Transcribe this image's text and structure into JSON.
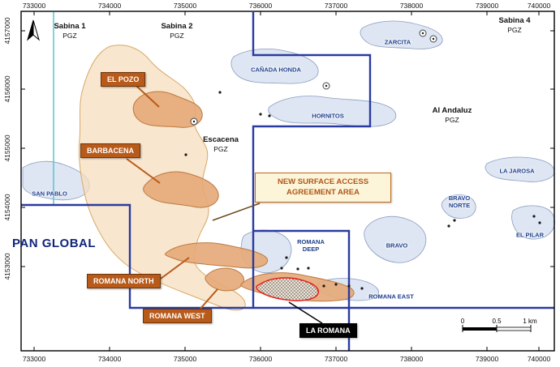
{
  "axes": {
    "x": [
      "733000",
      "734000",
      "735000",
      "736000",
      "737000",
      "738000",
      "739000",
      "740000"
    ],
    "y": [
      "4157000",
      "4156000",
      "4155000",
      "4154000",
      "4153000"
    ]
  },
  "licenses": {
    "sabina1": {
      "name": "Sabina 1",
      "zone": "PGZ"
    },
    "sabina2": {
      "name": "Sabina 2",
      "zone": "PGZ"
    },
    "sabina4": {
      "name": "Sabina 4",
      "zone": "PGZ"
    },
    "escacena": {
      "name": "Escacena",
      "zone": "PGZ"
    },
    "al_andaluz": {
      "name": "Al Andaluz",
      "zone": "PGZ"
    }
  },
  "prospects": {
    "san_pablo": "SAN PABLO",
    "canada_honda": "CAÑADA HONDA",
    "zarcita": "ZARCITA",
    "hornitos": "HORNITOS",
    "la_jarosa": "LA JAROSA",
    "bravo_norte": "BRAVO NORTE",
    "bravo": "BRAVO",
    "el_pilar": "EL PILAR",
    "romana_deep": "ROMANA DEEP",
    "romana_east": "ROMANA EAST"
  },
  "callouts": {
    "el_pozo": "EL POZO",
    "barbacena": "BARBACENA",
    "romana_north": "ROMANA NORTH",
    "romana_west": "ROMANA WEST",
    "la_romana": "LA ROMANA"
  },
  "agreement": {
    "line1": "NEW SURFACE ACCESS",
    "line2": "AGREEMENT AREA"
  },
  "company": "PAN GLOBAL",
  "scalebar": {
    "zero": "0",
    "half": "0.5",
    "one": "1 km"
  },
  "colors": {
    "boundary-navy": "#2a3b9f",
    "boundary-teal": "#49c3c9",
    "prospect-fill": "#dce4f2",
    "prospect-stroke": "#8a9cc0",
    "area-fill": "#f5ddbd",
    "area-stroke": "#d9a868",
    "deposit-fill": "#e5a878",
    "deposit-stroke": "#bb7a40",
    "callout-orange": "#b85a19",
    "callout-border": "#6e3509",
    "agreement-bg": "#fcf5d9",
    "agreement-border": "#bd6a1e",
    "agreement-text": "#b05618",
    "label-navy": "#1d3f8d",
    "company-navy": "#10267c",
    "resource-red": "#e3241d"
  }
}
